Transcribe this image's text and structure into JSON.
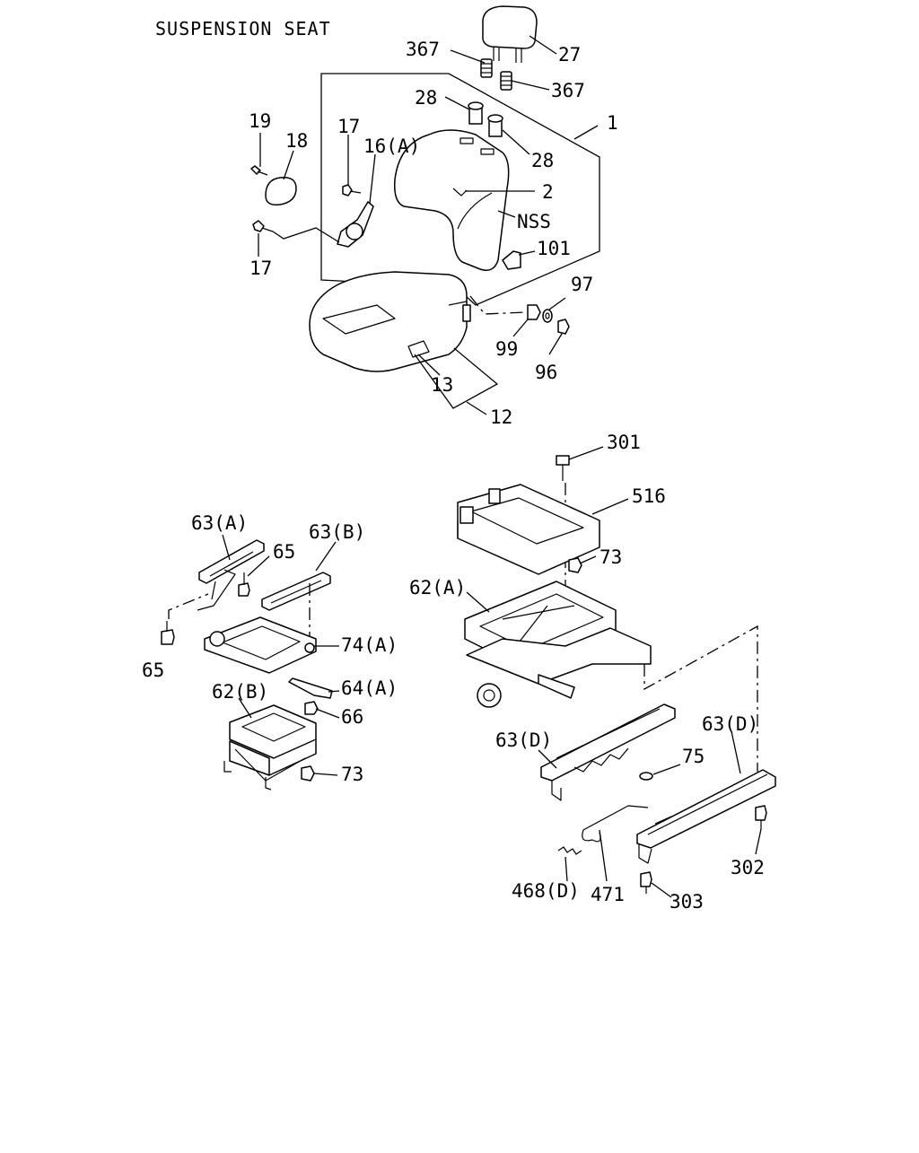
{
  "title": "SUSPENSION SEAT",
  "callouts": {
    "c367a": "367",
    "c27": "27",
    "c367b": "367",
    "c28a": "28",
    "c1": "1",
    "c28b": "28",
    "c19": "19",
    "c18": "18",
    "c17a": "17",
    "c16a": "16(A)",
    "c2": "2",
    "cNSS": "NSS",
    "c101": "101",
    "c17b": "17",
    "c97": "97",
    "c99": "99",
    "c96": "96",
    "c13": "13",
    "c12": "12",
    "c301": "301",
    "c516": "516",
    "c73a": "73",
    "c62a": "62(A)",
    "c63a": "63(A)",
    "c65a": "65",
    "c63b": "63(B)",
    "c65b": "65",
    "c74a": "74(A)",
    "c64a": "64(A)",
    "c62b": "62(B)",
    "c66": "66",
    "c73b": "73",
    "c63d1": "63(D)",
    "c63d2": "63(D)",
    "c75": "75",
    "c302": "302",
    "c468d": "468(D)",
    "c471": "471",
    "c303": "303"
  }
}
